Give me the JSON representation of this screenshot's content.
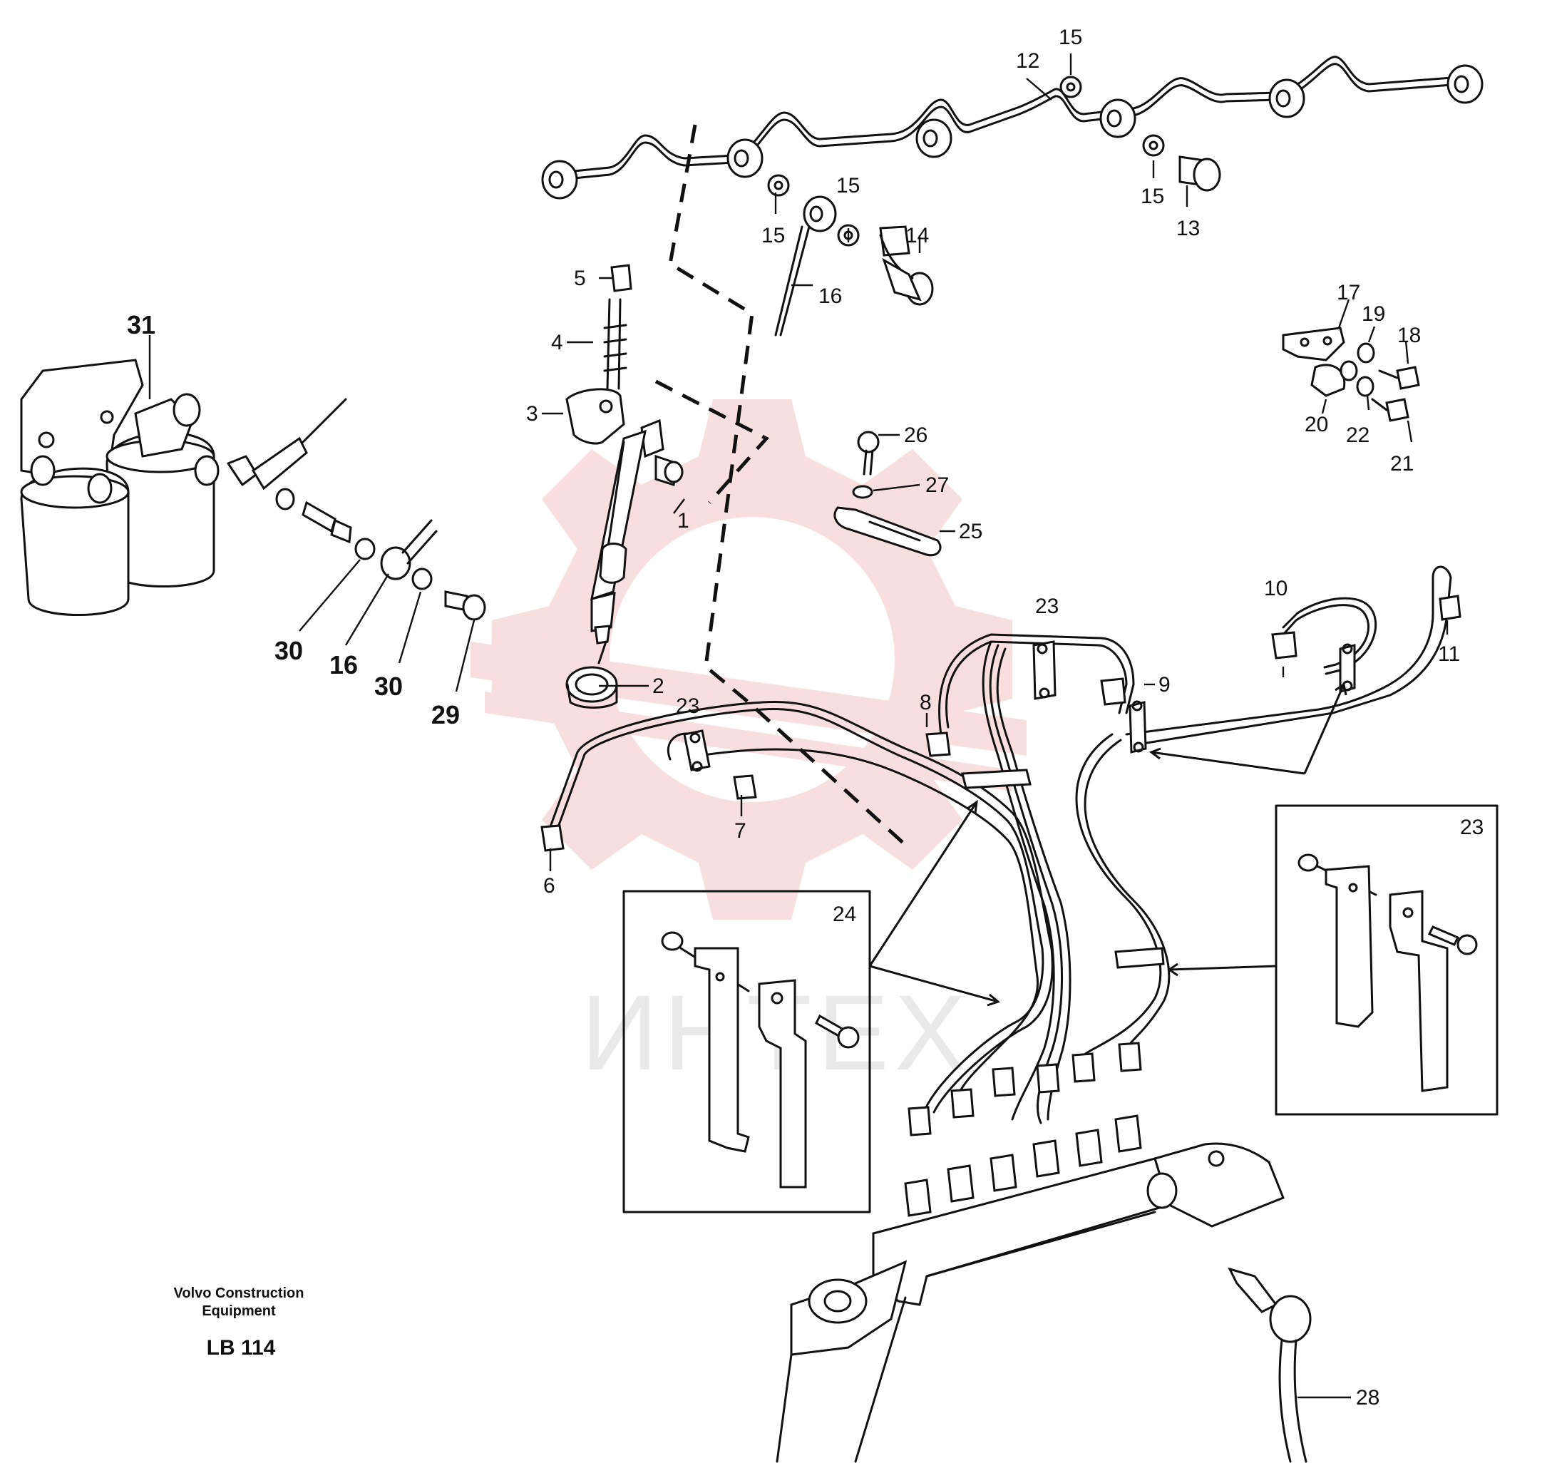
{
  "caption": {
    "company_line1": "Volvo Construction",
    "company_line2": "Equipment",
    "code": "LB 114"
  },
  "watermark": {
    "text": "ИНТЕХ",
    "color": "#f3c4c4"
  },
  "callouts": {
    "c1": "1",
    "c2": "2",
    "c3": "3",
    "c4": "4",
    "c5": "5",
    "c6": "6",
    "c7": "7",
    "c8": "8",
    "c9": "9",
    "c10": "10",
    "c11": "11",
    "c12": "12",
    "c13": "13",
    "c14": "14",
    "c15a": "15",
    "c15b": "15",
    "c15c": "15",
    "c15d": "15",
    "c16a": "16",
    "c16b": "16",
    "c17": "17",
    "c18": "18",
    "c19": "19",
    "c20": "20",
    "c21": "21",
    "c22": "22",
    "c23a": "23",
    "c23b": "23",
    "c23c": "23",
    "c24": "24",
    "c25": "25",
    "c26": "26",
    "c27": "27",
    "c28": "28",
    "c29": "29",
    "c30a": "30",
    "c30b": "30",
    "c31": "31"
  }
}
